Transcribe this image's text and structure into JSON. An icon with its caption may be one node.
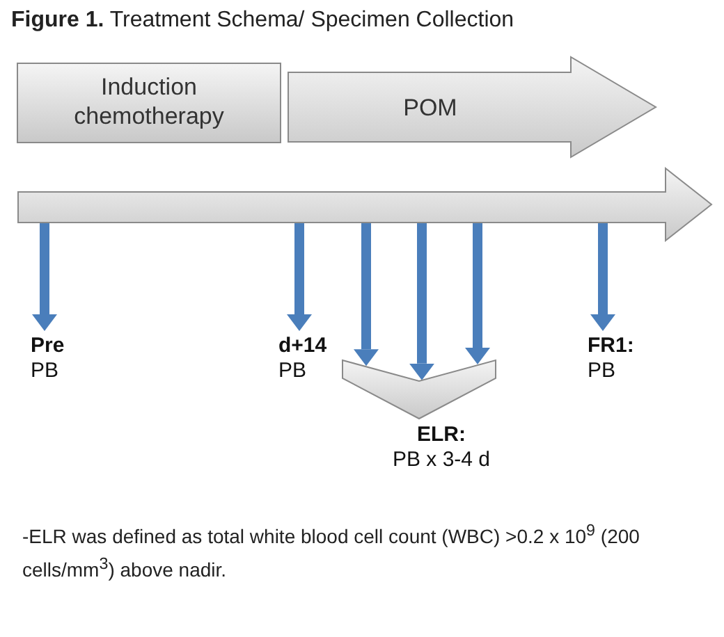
{
  "diagram": {
    "title": "**Figure 1.** Treatment Schema/ Specimen Collection",
    "nodes": [
      {
        "text": [
          "Induction chemotherapy"
        ]
      },
      {
        "text": [
          "POM"
        ]
      },
      {
        "text": [],
        "shape": "arrow"
      },
      {
        "text": [
          "Pre",
          "PB"
        ]
      },
      {
        "text": [
          "d+14",
          "PB"
        ]
      },
      {
        "text": [],
        "shape": "chevron"
      },
      {
        "text": [
          "FR1:",
          "PB"
        ]
      },
      {
        "text": [
          "ELR:",
          "PB x 3-4 d"
        ]
      }
    ],
    "edges": [
      {
        "from": 2,
        "to": 3,
        "arrow": "to"
      },
      {
        "from": 2,
        "to": 4,
        "arrow": "to"
      },
      {
        "from": 2,
        "to": 5,
        "arrow": "to"
      },
      {
        "from": 2,
        "to": 5,
        "arrow": "to"
      },
      {
        "from": 2,
        "to": 5,
        "arrow": "to"
      },
      {
        "from": 2,
        "to": 6,
        "arrow": "to"
      }
    ],
    "caption": "-ELR was defined as total white blood cell count (WBC) >0.2 x 10$^{9}$ (200 cells/mm$^{3}$) above nadir."
  }
}
